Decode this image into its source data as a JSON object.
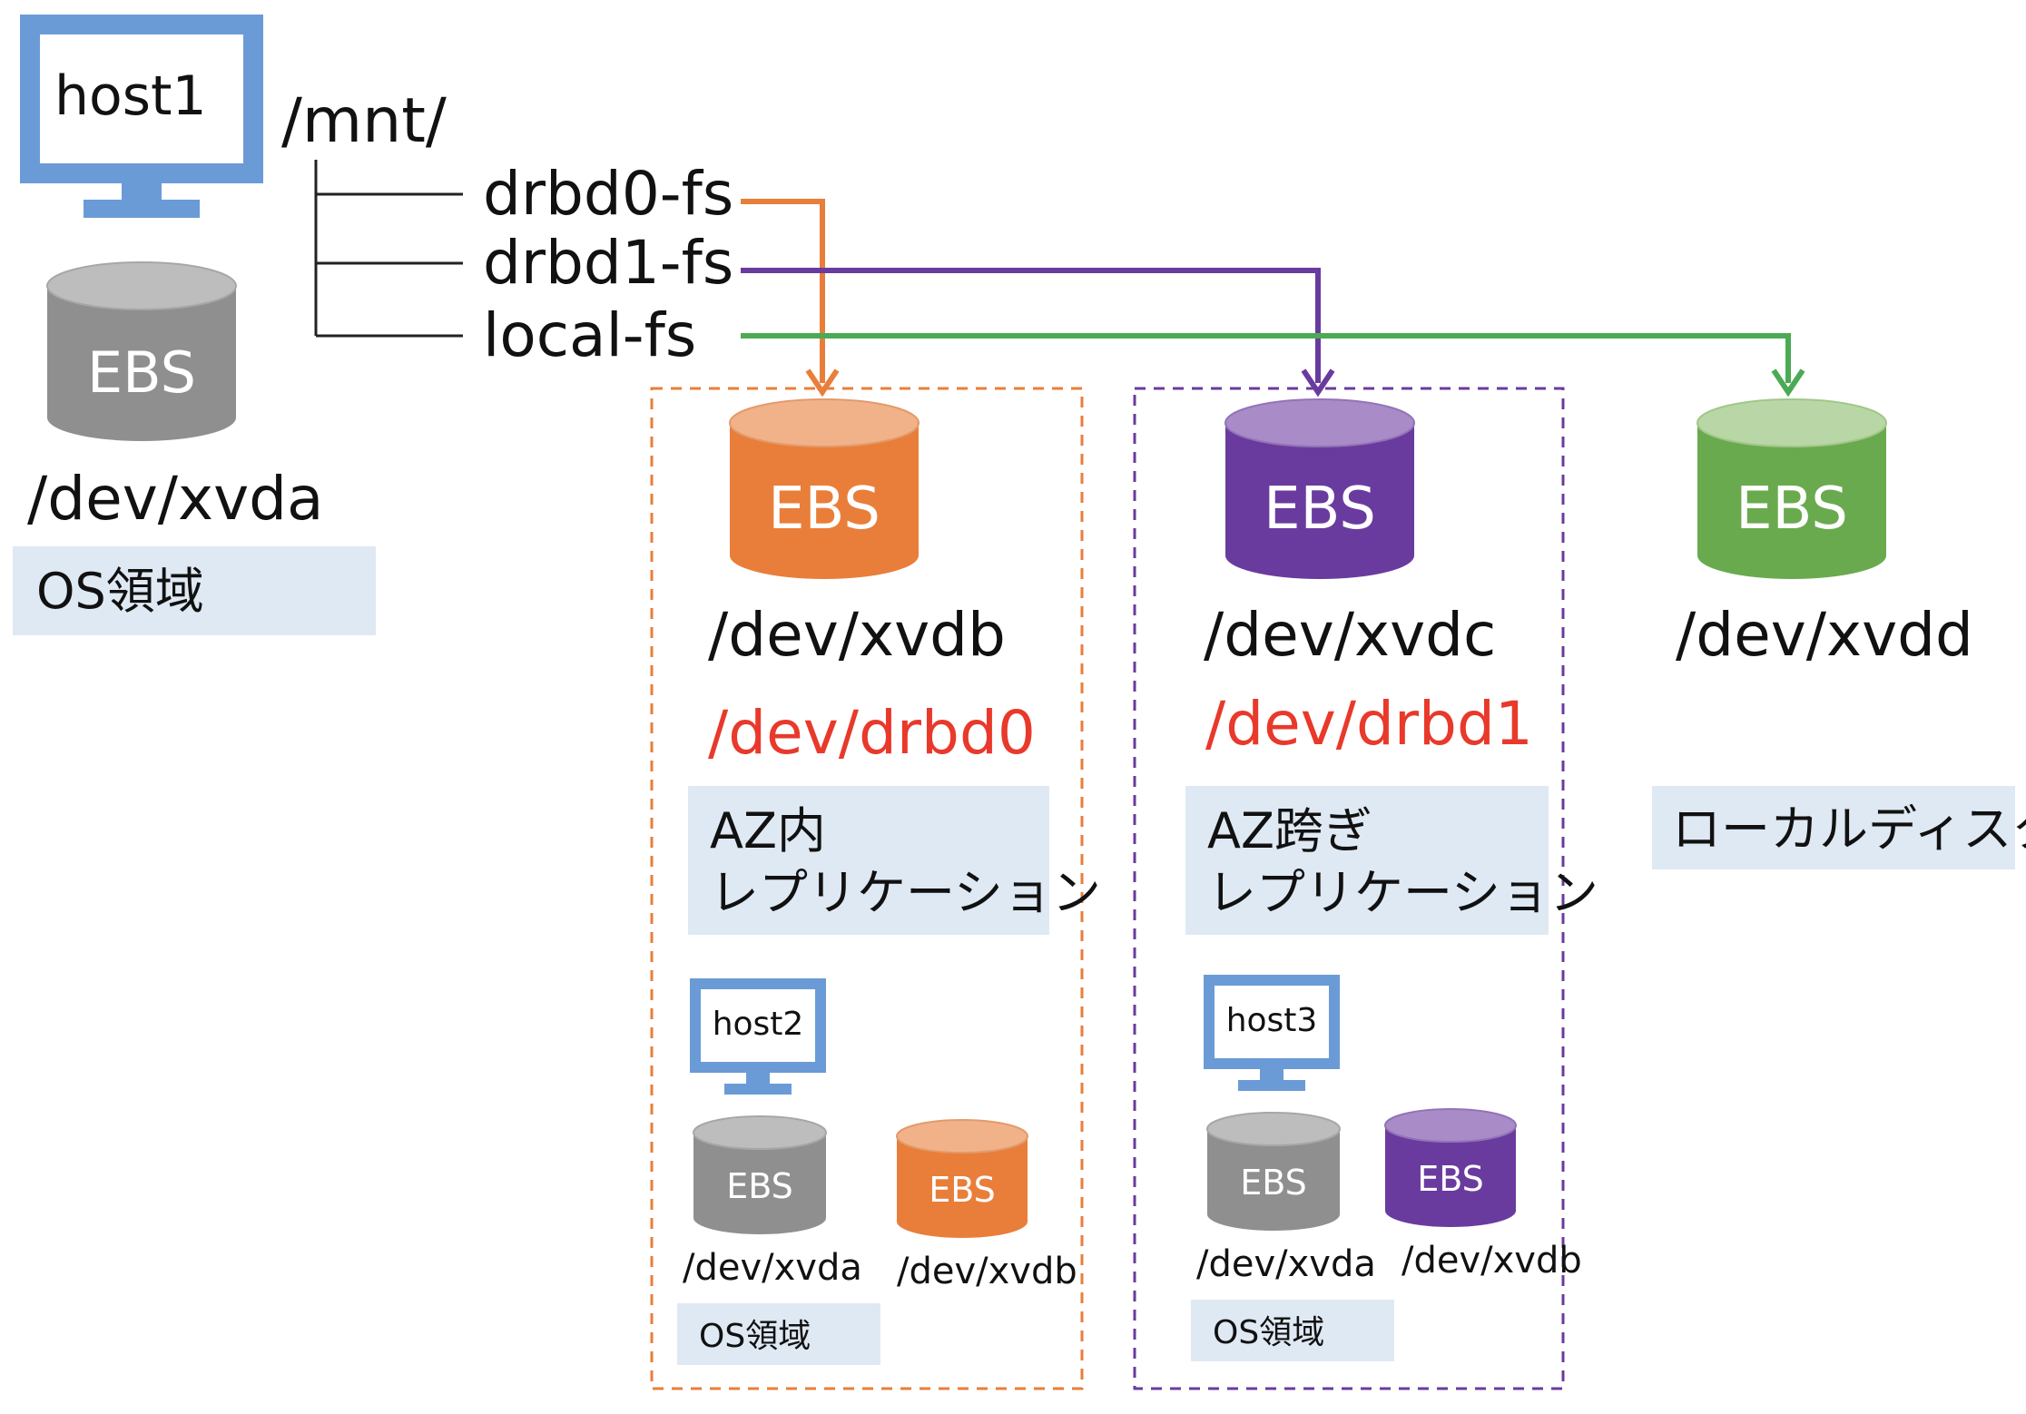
{
  "colors": {
    "orange": "#e97e3a",
    "purple": "#6a3b9e",
    "green": "#6aaa4e",
    "gray": "#8f8f8f",
    "monitor_blue": "#6a9bd6",
    "label_bg": "#dfe9f4",
    "red_text": "#e8392b",
    "tree_line": "#222222"
  },
  "host1": {
    "monitor_label": "host1",
    "ebs_label": "EBS",
    "device": "/dev/xvda",
    "area_label": "OS領域"
  },
  "tree": {
    "root": "/mnt/",
    "items": [
      "drbd0-fs",
      "drbd1-fs",
      "local-fs"
    ]
  },
  "volumes": [
    {
      "id": "drbd0",
      "color": "orange",
      "ebs_label": "EBS",
      "device": "/dev/xvdb",
      "drbd_device": "/dev/drbd0",
      "replication_line1": "AZ内",
      "replication_line2": "レプリケーション",
      "remote_host": {
        "monitor_label": "host2",
        "os_ebs_label": "EBS",
        "os_device": "/dev/xvda",
        "os_area_label": "OS領域",
        "data_ebs_label": "EBS",
        "data_device": "/dev/xvdb"
      }
    },
    {
      "id": "drbd1",
      "color": "purple",
      "ebs_label": "EBS",
      "device": "/dev/xvdc",
      "drbd_device": "/dev/drbd1",
      "replication_line1": "AZ跨ぎ",
      "replication_line2": "レプリケーション",
      "remote_host": {
        "monitor_label": "host3",
        "os_ebs_label": "EBS",
        "os_device": "/dev/xvda",
        "os_area_label": "OS領域",
        "data_ebs_label": "EBS",
        "data_device": "/dev/xvdb"
      }
    },
    {
      "id": "local",
      "color": "green",
      "ebs_label": "EBS",
      "device": "/dev/xvdd",
      "local_label": "ローカルディスク"
    }
  ]
}
